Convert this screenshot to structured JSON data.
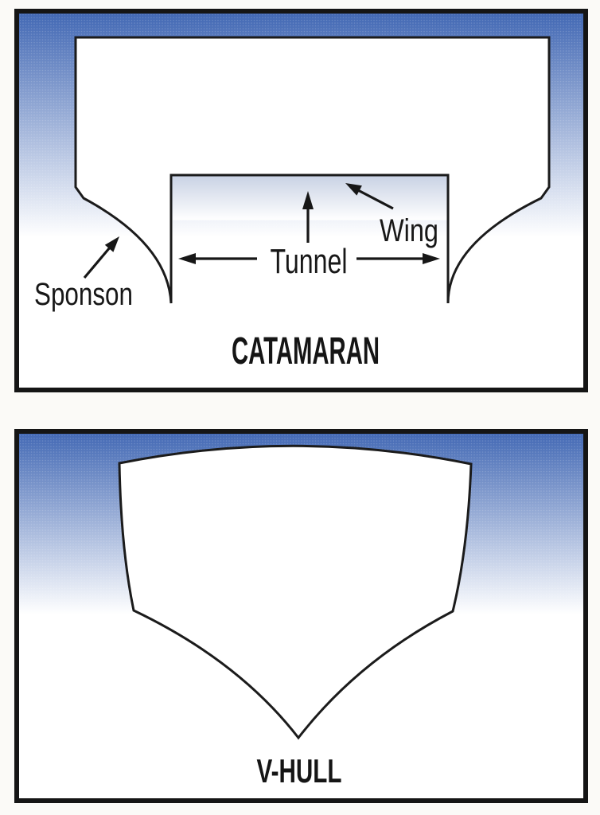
{
  "document": {
    "type": "hull-comparison-diagram",
    "panel_count": 2
  },
  "colors": {
    "page_background": "#fbfaf7",
    "frame_black": "#151515",
    "sky_blue_top": "#4268b4",
    "gradient_bottom": "#ffffff",
    "tunnel_shade_top": "#c9d2e4",
    "hull_fill": "#ffffff",
    "line_black": "#171717"
  },
  "catamaran_panel": {
    "title": "CATAMARAN",
    "labels": {
      "sponson": "Sponson",
      "tunnel": "Tunnel",
      "wing": "Wing"
    },
    "arrows": {
      "sponson": "up-right",
      "tunnel_left": "left",
      "tunnel_right": "right",
      "tunnel_up": "up",
      "wing": "up-left"
    }
  },
  "vhull_panel": {
    "title": "V-HULL"
  }
}
